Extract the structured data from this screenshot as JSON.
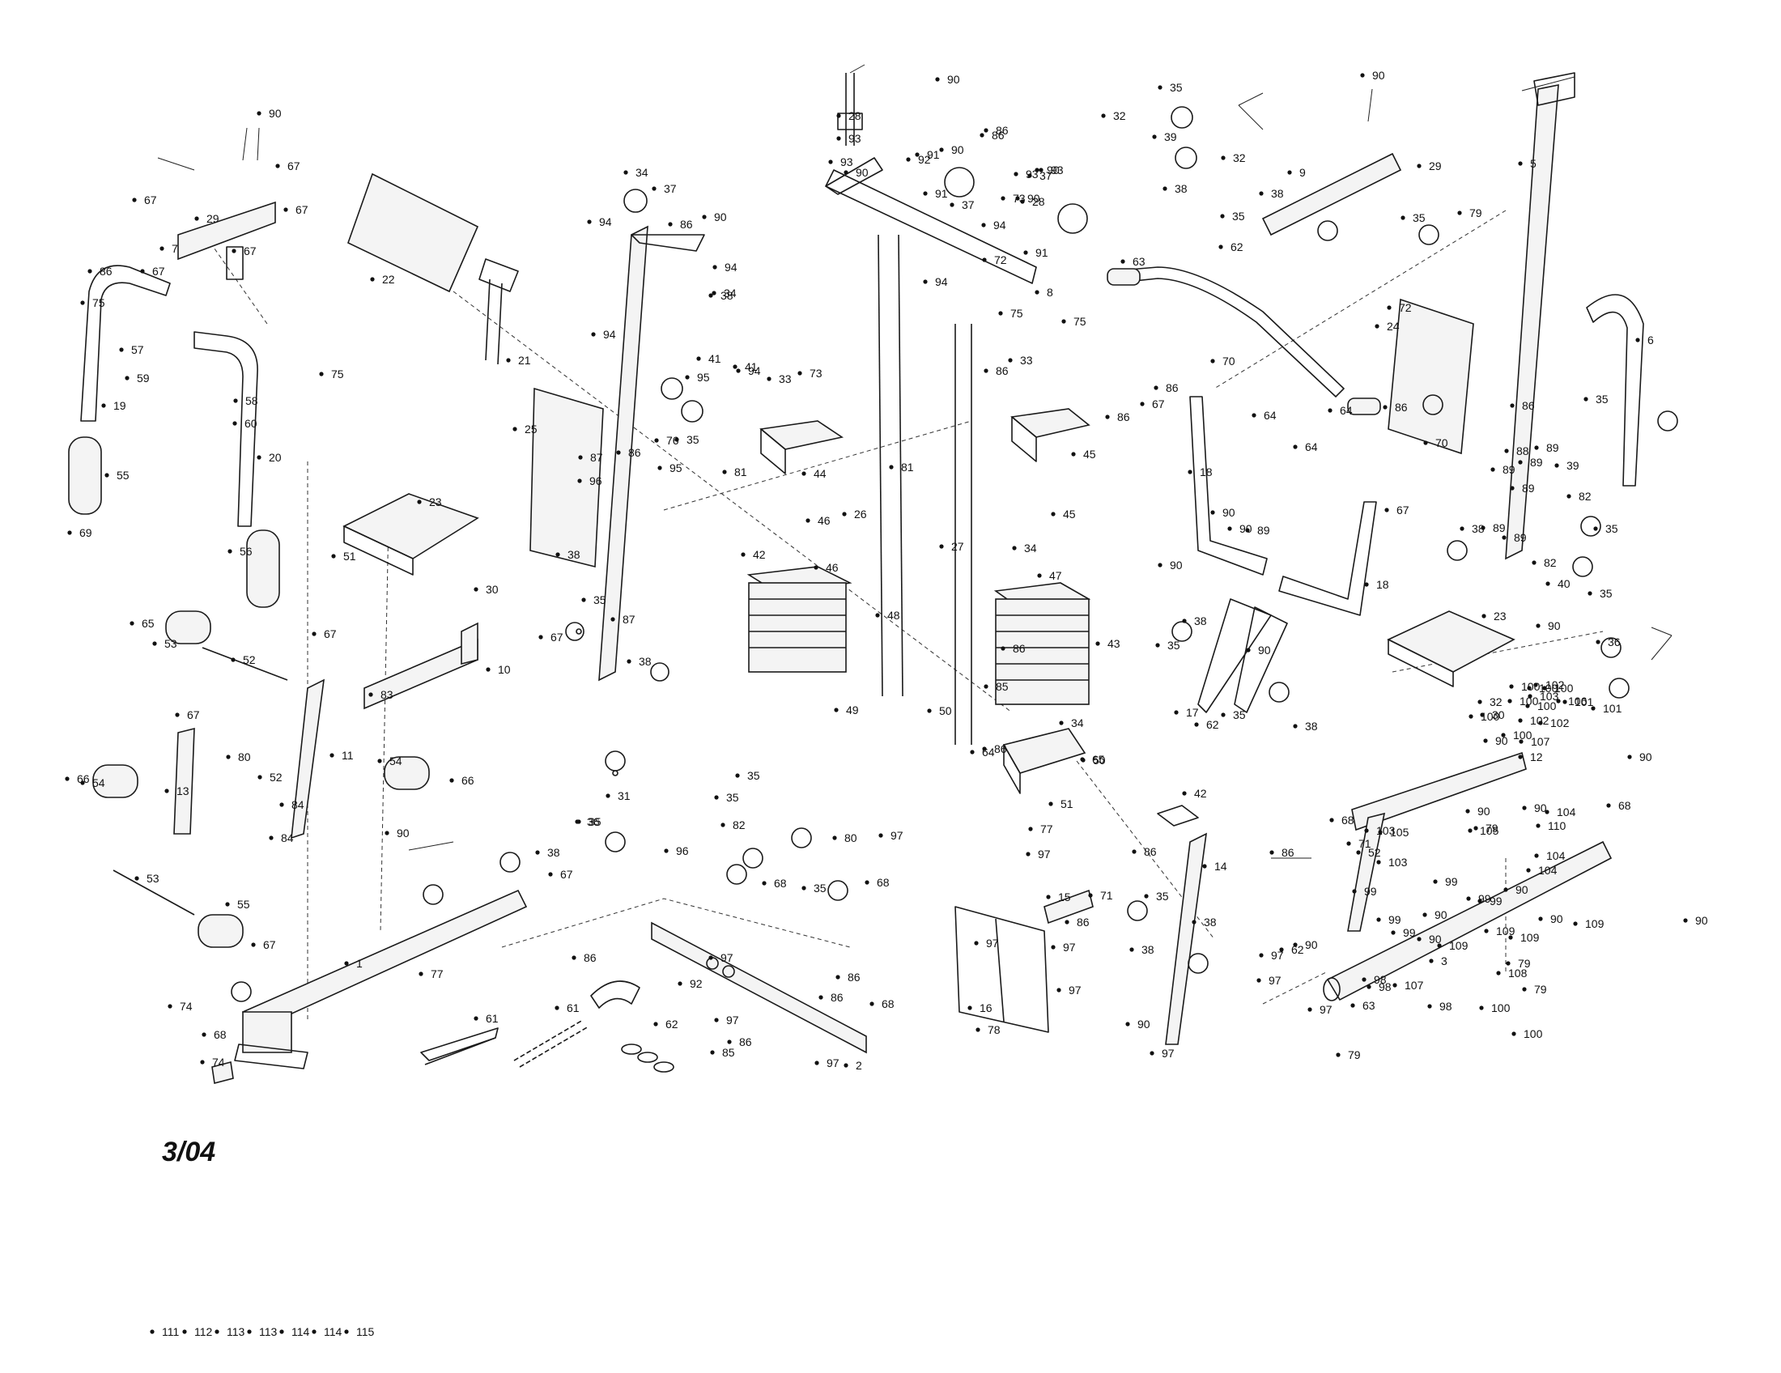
{
  "diagram": {
    "date_code": "3/04",
    "callouts": [
      "1",
      "2",
      "3",
      "5",
      "6",
      "7",
      "8",
      "9",
      "10",
      "11",
      "12",
      "13",
      "14",
      "15",
      "16",
      "17",
      "18",
      "18",
      "19",
      "20",
      "21",
      "22",
      "23",
      "23",
      "24",
      "25",
      "26",
      "27",
      "28",
      "28",
      "29",
      "29",
      "30",
      "30",
      "31",
      "32",
      "32",
      "32",
      "33",
      "33",
      "34",
      "34",
      "34",
      "34",
      "35",
      "35",
      "35",
      "35",
      "35",
      "35",
      "35",
      "35",
      "35",
      "35",
      "35",
      "35",
      "35",
      "35",
      "35",
      "36",
      "36",
      "37",
      "37",
      "37",
      "38",
      "38",
      "38",
      "38",
      "38",
      "38",
      "38",
      "38",
      "38",
      "38",
      "38",
      "39",
      "39",
      "40",
      "41",
      "41",
      "42",
      "42",
      "43",
      "44",
      "45",
      "45",
      "46",
      "46",
      "47",
      "48",
      "49",
      "50",
      "50",
      "51",
      "51",
      "52",
      "52",
      "52",
      "53",
      "53",
      "54",
      "54",
      "55",
      "55",
      "56",
      "57",
      "58",
      "59",
      "60",
      "61",
      "61",
      "62",
      "62",
      "62",
      "62",
      "63",
      "63",
      "64",
      "64",
      "64",
      "64",
      "65",
      "65",
      "66",
      "66",
      "67",
      "67",
      "67",
      "67",
      "67",
      "67",
      "67",
      "67",
      "67",
      "67",
      "67",
      "67",
      "68",
      "68",
      "68",
      "68",
      "68",
      "68",
      "69",
      "70",
      "70",
      "71",
      "71",
      "72",
      "72",
      "73",
      "73",
      "74",
      "74",
      "75",
      "75",
      "75",
      "75",
      "76",
      "77",
      "77",
      "78",
      "79",
      "79",
      "79",
      "79",
      "79",
      "80",
      "80",
      "81",
      "81",
      "82",
      "82",
      "82",
      "83",
      "84",
      "84",
      "85",
      "85",
      "86",
      "86",
      "86",
      "86",
      "86",
      "86",
      "86",
      "86",
      "86",
      "86",
      "86",
      "86",
      "86",
      "86",
      "86",
      "86",
      "86",
      "86",
      "86",
      "87",
      "87",
      "88",
      "89",
      "89",
      "89",
      "89",
      "89",
      "89",
      "89",
      "90",
      "90",
      "90",
      "90",
      "90",
      "90",
      "90",
      "90",
      "90",
      "90",
      "90",
      "90",
      "90",
      "90",
      "90",
      "90",
      "90",
      "90",
      "90",
      "90",
      "90",
      "90",
      "90",
      "90",
      "90",
      "91",
      "91",
      "91",
      "92",
      "92",
      "93",
      "93",
      "93",
      "93",
      "94",
      "94",
      "94",
      "94",
      "94",
      "94",
      "95",
      "95",
      "96",
      "96",
      "97",
      "97",
      "97",
      "97",
      "97",
      "97",
      "97",
      "97",
      "97",
      "97",
      "97",
      "97",
      "98",
      "98",
      "98",
      "99",
      "99",
      "99",
      "99",
      "99",
      "99",
      "100",
      "100",
      "100",
      "100",
      "100",
      "100",
      "100",
      "100",
      "100",
      "101",
      "101",
      "102",
      "102",
      "102",
      "103",
      "103",
      "103",
      "104",
      "104",
      "104",
      "105",
      "105",
      "106",
      "107",
      "107",
      "108",
      "109",
      "109",
      "109",
      "109",
      "110",
      "111",
      "112",
      "113",
      "113",
      "114",
      "114",
      "115"
    ]
  }
}
